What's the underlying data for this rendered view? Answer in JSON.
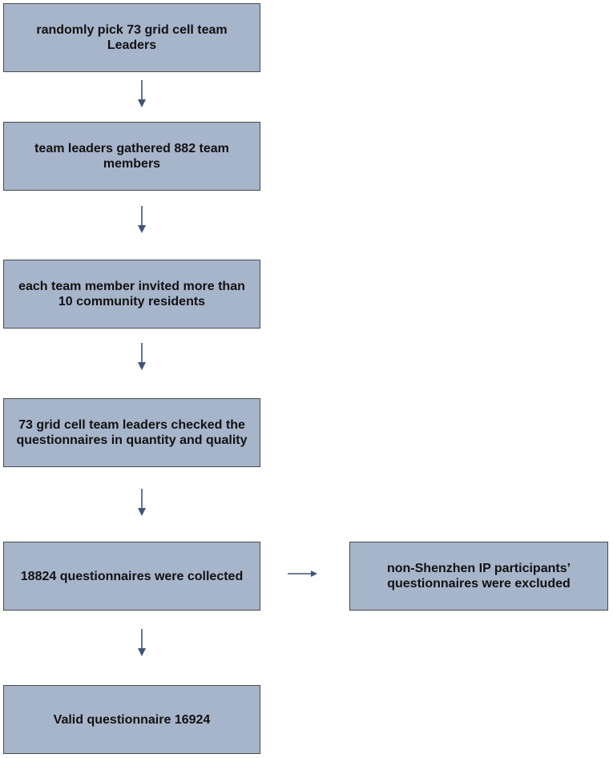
{
  "flowchart": {
    "steps": [
      {
        "id": "step1",
        "text": "randomly pick 73 grid cell team Leaders"
      },
      {
        "id": "step2",
        "text": "team leaders gathered 882 team members"
      },
      {
        "id": "step3",
        "text": "each team member invited more than 10 community residents"
      },
      {
        "id": "step4",
        "text": "73 grid cell team leaders checked the questionnaires in quantity and quality"
      },
      {
        "id": "step5",
        "text": "18824 questionnaires were collected"
      },
      {
        "id": "step6",
        "text": "Valid questionnaire 16924"
      }
    ],
    "exclusion": {
      "text": "non-Shenzhen IP participants’ questionnaires were excluded"
    },
    "colors": {
      "box_fill": "#a7b5cb",
      "box_border": "#4a4a4a",
      "arrow": "#3d5676"
    }
  }
}
